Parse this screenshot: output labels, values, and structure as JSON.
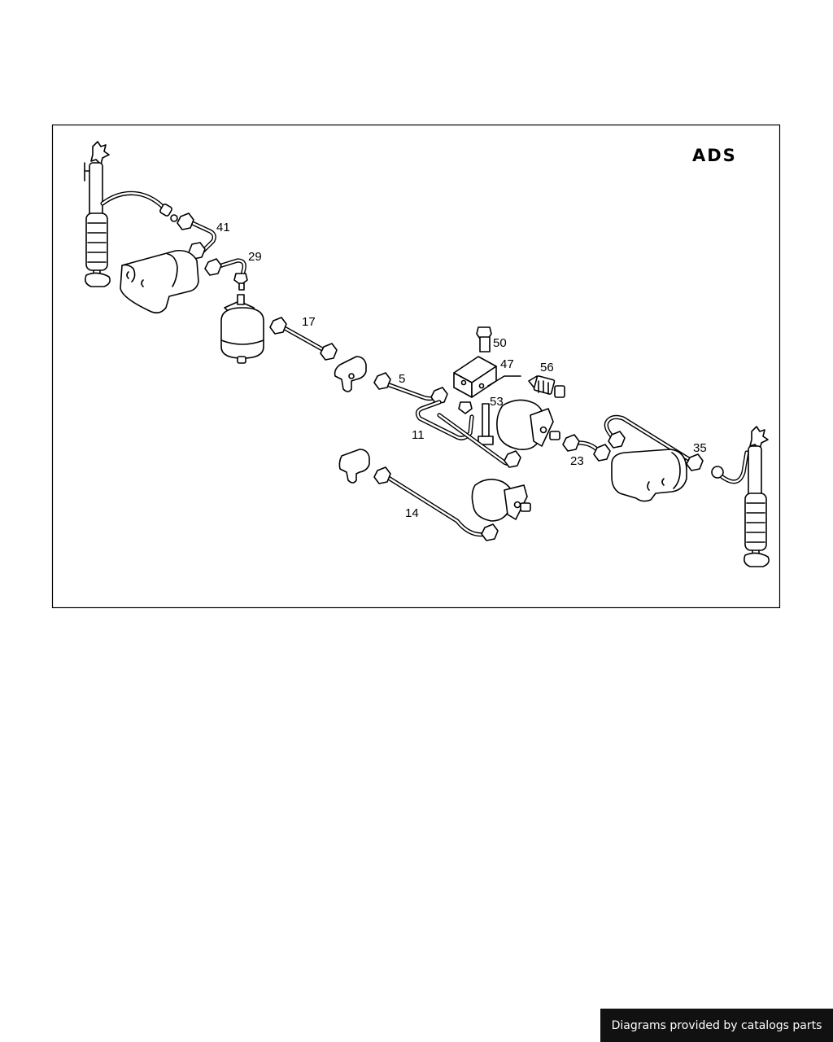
{
  "section_code": "ADS",
  "part_numbers": [
    "41",
    "29",
    "17",
    "50",
    "47",
    "56",
    "5",
    "53",
    "11",
    "23",
    "35",
    "14"
  ],
  "credit": "Diagrams provided by catalogs parts"
}
